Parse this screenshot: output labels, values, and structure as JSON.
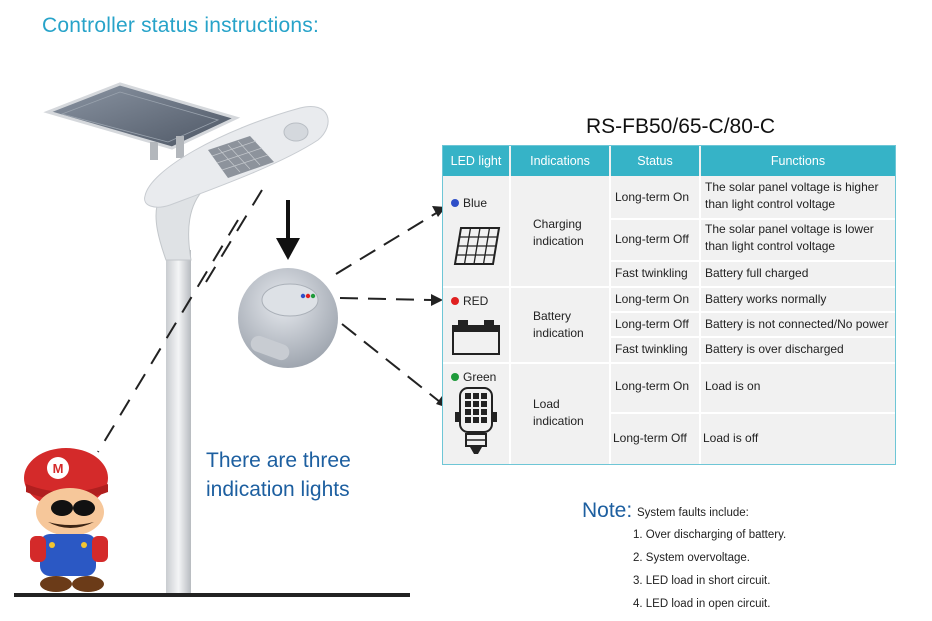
{
  "page_title": "Controller status instructions:",
  "annotation": "There are three indication lights",
  "annotation_lines": [
    "There are three",
    "indication lights"
  ],
  "table": {
    "model": "RS-FB50/65-C/80-C",
    "headers": [
      "LED light",
      "Indications",
      "Status",
      "Functions"
    ],
    "groups": [
      {
        "led": "Blue",
        "led_color": "#2f4fc8",
        "icon": "solar-panel-icon",
        "indication_lines": [
          "Charging",
          "indication"
        ],
        "rows": [
          {
            "status": "Long-term On",
            "function_lines": [
              "The solar panel voltage is higher",
              "than light control voltage"
            ]
          },
          {
            "status": "Long-term Off",
            "function_lines": [
              "The solar panel voltage is lower",
              "than light control voltage"
            ]
          },
          {
            "status": "Fast twinkling",
            "function_lines": [
              "Battery full charged"
            ]
          }
        ]
      },
      {
        "led": "RED",
        "led_color": "#e02020",
        "icon": "battery-icon",
        "indication_lines": [
          "Battery",
          "indication"
        ],
        "rows": [
          {
            "status": "Long-term On",
            "function_lines": [
              "Battery works normally"
            ]
          },
          {
            "status": "Long-term Off",
            "function_lines": [
              "Battery is not connected/No power"
            ]
          },
          {
            "status": "Fast twinkling",
            "function_lines": [
              "Battery is over discharged"
            ]
          }
        ]
      },
      {
        "led": "Green",
        "led_color": "#1e9a3a",
        "icon": "led-bulb-icon",
        "indication_lines": [
          "Load",
          "indication"
        ],
        "rows": [
          {
            "status": "Long-term On",
            "function_lines": [
              "Load is on"
            ]
          },
          {
            "status": "Long-term Off",
            "function_lines": [
              "Load is off"
            ]
          }
        ]
      }
    ]
  },
  "note": {
    "title": "Note:",
    "subtitle": "System faults include:",
    "items": [
      "1. Over discharging of battery.",
      "2. System overvoltage.",
      "3. LED load in short circuit.",
      "4. LED load in open circuit."
    ]
  }
}
